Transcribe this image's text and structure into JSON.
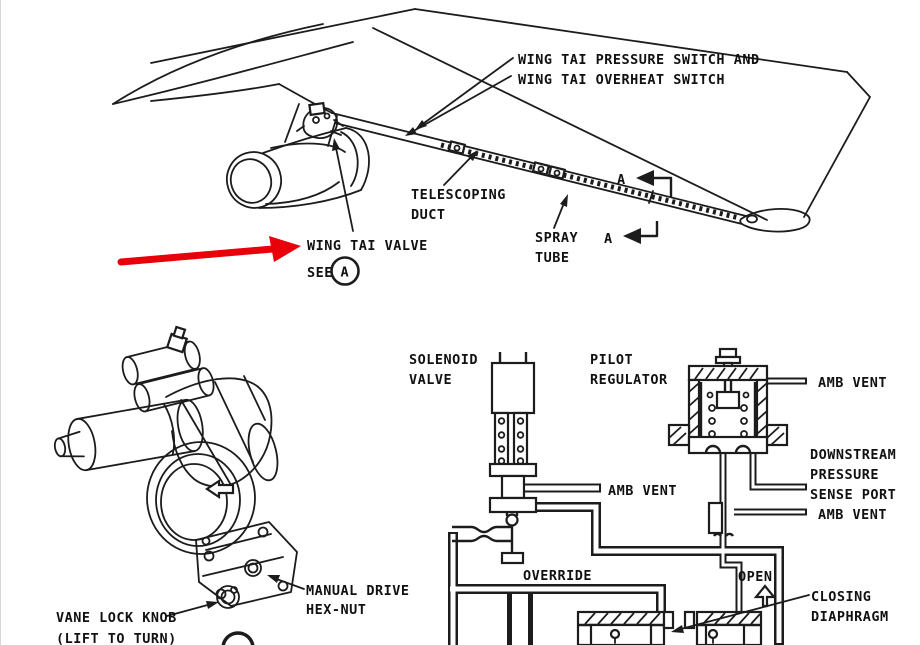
{
  "document": {
    "kind": "aircraft maintenance manual illustration",
    "subject": "Wing TAI (thermal anti-ice) valve installation and schematic"
  },
  "colors": {
    "ink": "#1c1c1c",
    "background": "#ffffff",
    "highlight_arrow_red": "#e8000b"
  },
  "wing": {
    "labels": {
      "switch_line1": "WING TAI PRESSURE SWITCH AND",
      "switch_line2": "WING TAI OVERHEAT SWITCH",
      "telescoping_line1": "TELESCOPING",
      "telescoping_line2": "DUCT",
      "spray_line1": "SPRAY",
      "spray_line2": "TUBE",
      "valve_line1": "WING TAI VALVE",
      "valve_see": "SEE",
      "detail_circle_letter": "A",
      "section_marker_1": "A",
      "section_marker_2": "A"
    }
  },
  "valve": {
    "labels": {
      "manual_line1": "MANUAL DRIVE",
      "manual_line2": "HEX-NUT",
      "vane_line1": "VANE LOCK KNOB",
      "vane_line2": "(LIFT TO TURN)"
    }
  },
  "schematic": {
    "labels": {
      "solenoid_line1": "SOLENOID",
      "solenoid_line2": "VALVE",
      "pilot_line1": "PILOT",
      "pilot_line2": "REGULATOR",
      "amb_vent_top": "AMB VENT",
      "downstream_line1": "DOWNSTREAM",
      "downstream_line2": "PRESSURE",
      "downstream_line3": "SENSE PORT",
      "amb_vent_mid": "AMB VENT",
      "amb_vent_right": "AMB VENT",
      "override": "OVERRIDE",
      "open": "OPEN",
      "closing_line1": "CLOSING",
      "closing_line2": "DIAPHRAGM"
    }
  }
}
